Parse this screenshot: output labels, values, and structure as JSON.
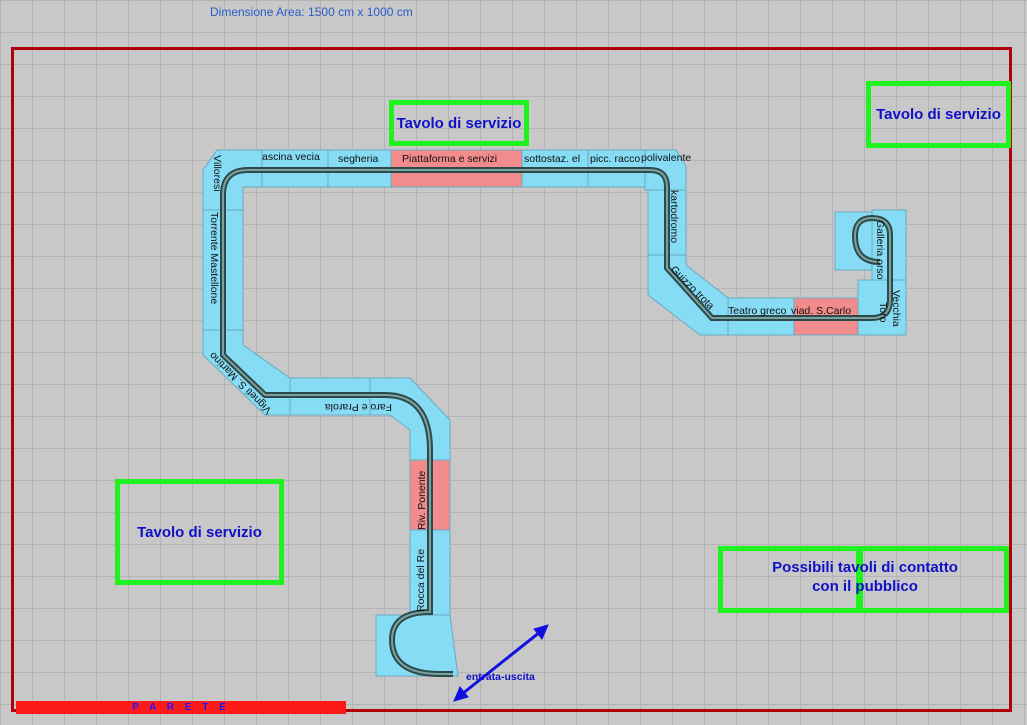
{
  "area_dimension": "Dimensione Area: 1500 cm x 1000 cm",
  "wall_label": "P A R E T E",
  "entrance_label": "entrata-uscita",
  "tables": {
    "service_top": "Tavolo di servizio",
    "service_top_right": "Tavolo di servizio",
    "service_left": "Tavolo di servizio",
    "contact": "Possibili tavoli di contatto con il pubblico"
  },
  "segments": {
    "villoresi": "Villoresi",
    "cascina": "ascina vecia",
    "segheria": "segheria",
    "piattaforma": "Piattaforma e servizi",
    "sottostaz": "sottostaz. el",
    "picc_racco": "picc. racco",
    "polivalente": "polivalente",
    "torrente": "Torrente Mastellone",
    "kartodromo": "kartodromo",
    "galleria": "Galleria orso",
    "guizzo": "Guizzo trota",
    "teatro": "Teatro greco",
    "viad": "viad. S.Carlo",
    "toro": "Toro",
    "vecchia": "Vecchia",
    "vigneti": "Vigneti S. Martino",
    "faro": "Faro e Prarola",
    "riv_ponente": "Riv. Ponente",
    "rocca": "Rocca del Re"
  },
  "colors": {
    "module_fill": "#87dcf5",
    "module_highlight": "#f28c8c",
    "track": "#2d4a4a",
    "room_border": "#b0000a",
    "table_border": "#1ff21f",
    "table_text": "#1010c8",
    "arrow": "#1010e0"
  }
}
